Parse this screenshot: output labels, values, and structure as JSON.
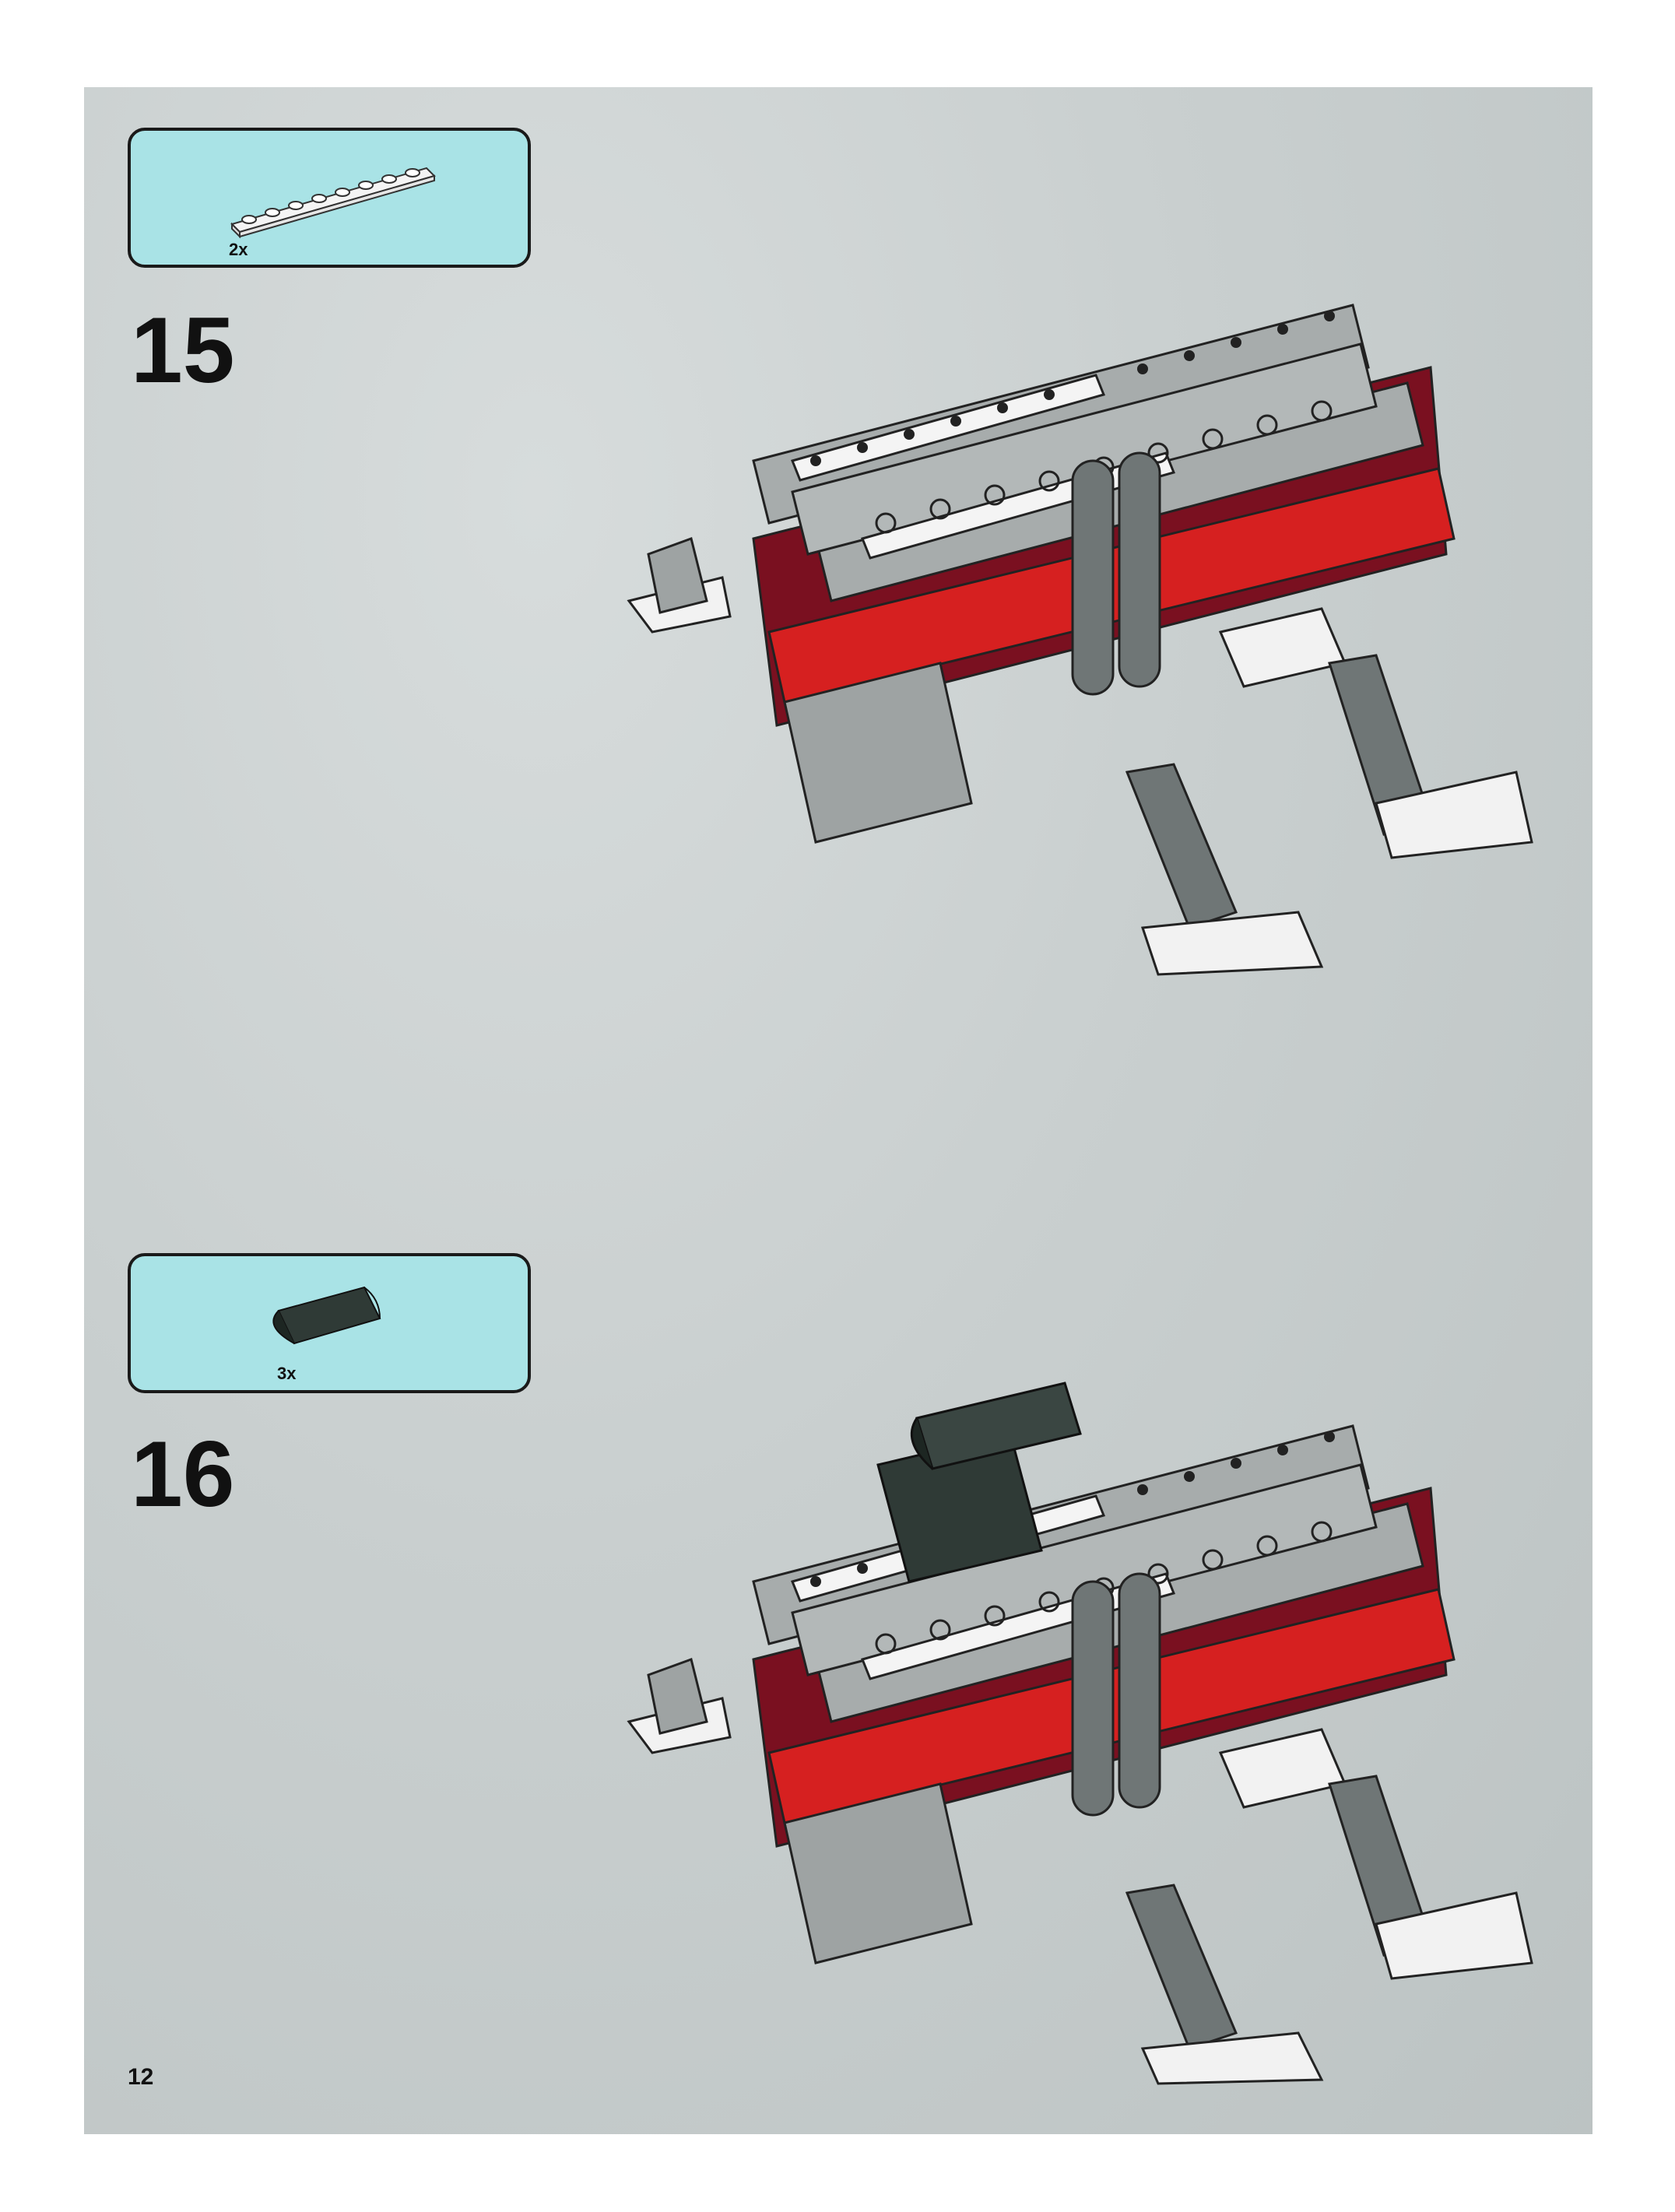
{
  "steps": [
    {
      "number": "15",
      "parts": [
        {
          "name": "plate-1x8-white",
          "quantity": "2x"
        }
      ]
    },
    {
      "number": "16",
      "parts": [
        {
          "name": "curved-slope-dark-grey",
          "quantity": "3x"
        }
      ]
    }
  ],
  "page_number": "12",
  "colors": {
    "background": "#c9cfcf",
    "parts_box": "#a9e3e6",
    "light_grey": "#9ea3a3",
    "red": "#d62020",
    "dark_red": "#7a1020",
    "dark_grey": "#2f3a36",
    "white": "#f2f2f2"
  }
}
